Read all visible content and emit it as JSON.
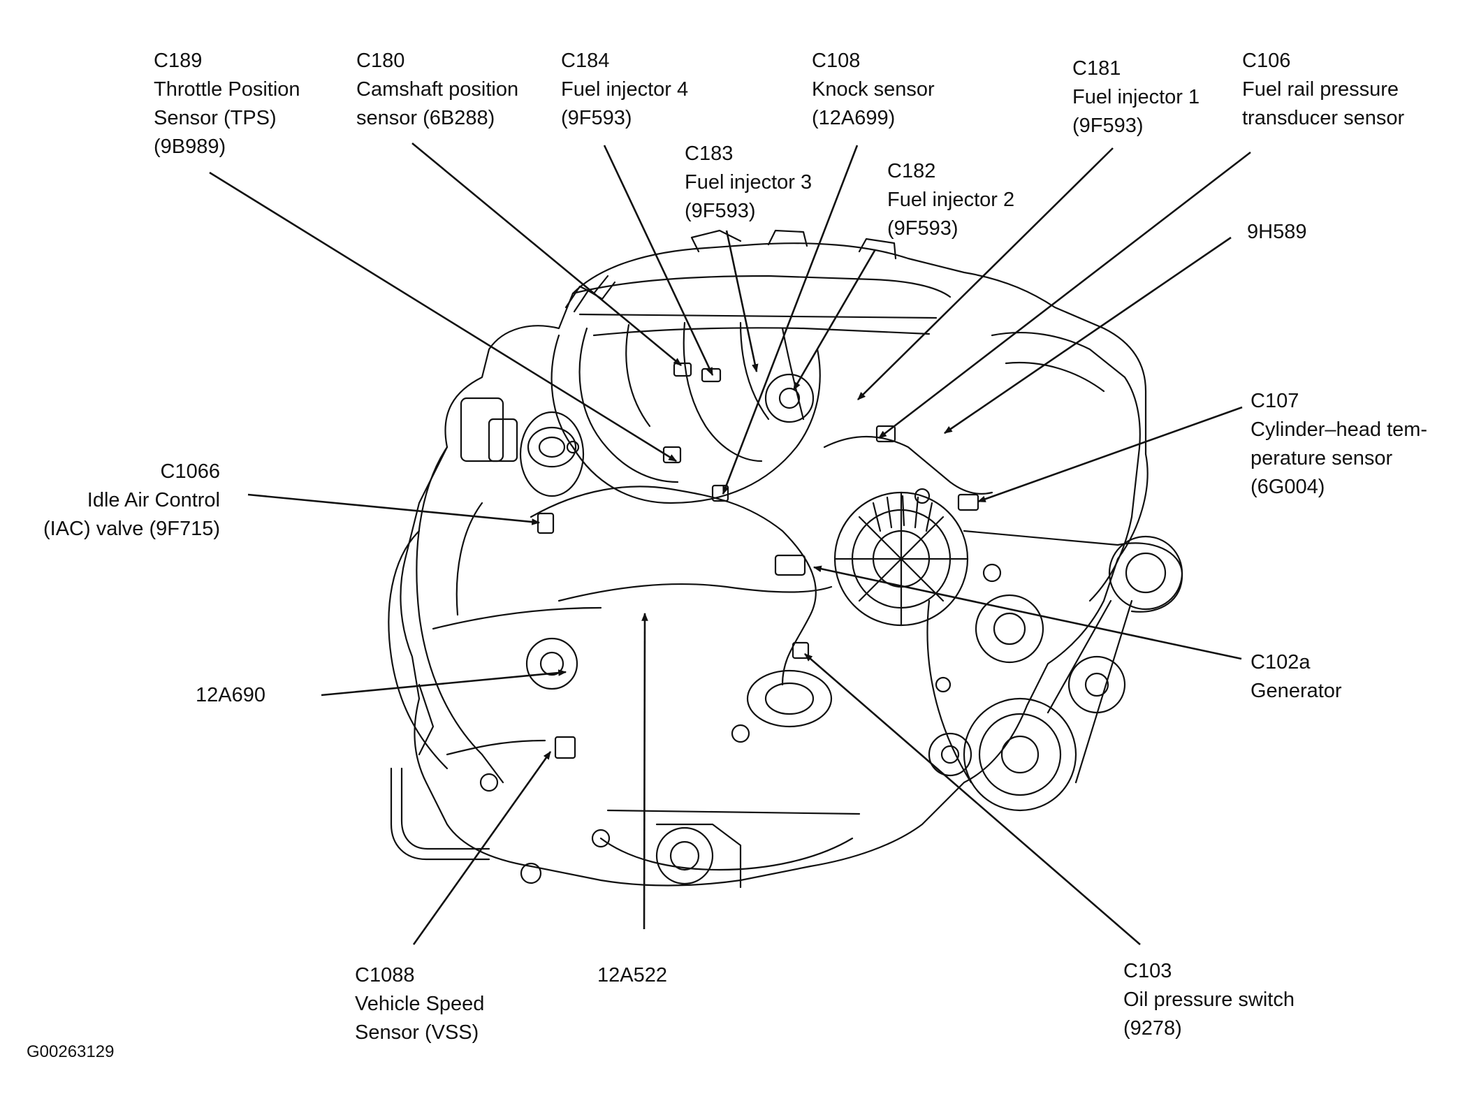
{
  "figure_id": "G00263129",
  "callouts": {
    "c189": {
      "code": "C189",
      "line1": "Throttle Position",
      "line2": "Sensor (TPS)",
      "line3": "(9B989)"
    },
    "c180": {
      "code": "C180",
      "line1": "Camshaft position",
      "line2": "sensor (6B288)"
    },
    "c184": {
      "code": "C184",
      "line1": "Fuel injector 4",
      "line2": "(9F593)"
    },
    "c183": {
      "code": "C183",
      "line1": "Fuel injector 3",
      "line2": "(9F593)"
    },
    "c108": {
      "code": "C108",
      "line1": "Knock sensor",
      "line2": "(12A699)"
    },
    "c182": {
      "code": "C182",
      "line1": "Fuel injector 2",
      "line2": "(9F593)"
    },
    "c181": {
      "code": "C181",
      "line1": "Fuel injector 1",
      "line2": "(9F593)"
    },
    "c106": {
      "code": "C106",
      "line1": "Fuel rail pressure",
      "line2": "transducer sensor"
    },
    "h9h589": {
      "code": "9H589"
    },
    "c107": {
      "code": "C107",
      "line1": "Cylinder–head tem-",
      "line2": "perature sensor",
      "line3": "(6G004)"
    },
    "c1066": {
      "code": "C1066",
      "line1": "Idle Air Control",
      "line2": "(IAC) valve (9F715)"
    },
    "c102a": {
      "code": "C102a",
      "line1": "Generator"
    },
    "a12a690": {
      "code": "12A690"
    },
    "c1088": {
      "code": "C1088",
      "line1": "Vehicle Speed",
      "line2": "Sensor (VSS)"
    },
    "a12a522": {
      "code": "12A522"
    },
    "c103": {
      "code": "C103",
      "line1": "Oil pressure switch",
      "line2": "(9278)"
    }
  },
  "colors": {
    "ink": "#111111",
    "paper": "#ffffff"
  }
}
